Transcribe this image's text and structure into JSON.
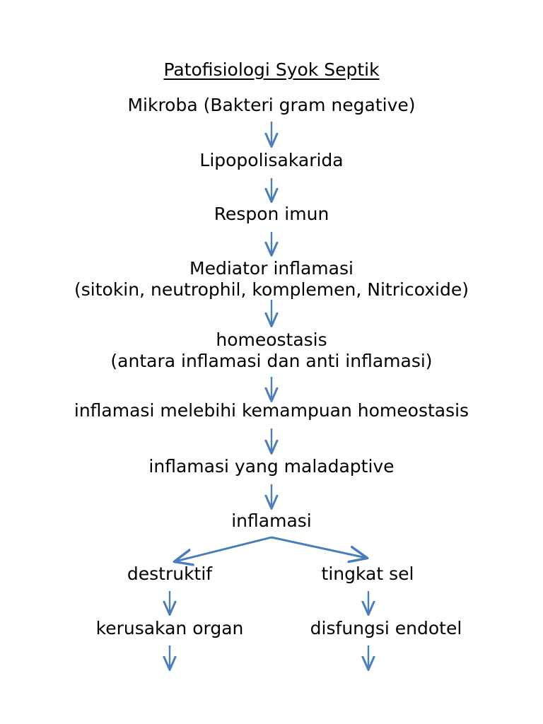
{
  "document": {
    "title": "Patofisiologi Syok Septik",
    "background_color": "#ffffff",
    "text_color": "#000000",
    "arrow_color": "#4a7ebb"
  },
  "flowchart": {
    "type": "flowchart",
    "orientation": "top-to-bottom",
    "nodes": [
      {
        "id": "mikroba",
        "label": "Mikroba (Bakteri gram negative)"
      },
      {
        "id": "lipo",
        "label": "Lipopolisakarida"
      },
      {
        "id": "respon",
        "label": "Respon imun"
      },
      {
        "id": "mediator",
        "label": "Mediator inflamasi",
        "sublabel": "(sitokin, neutrophil, komplemen, Nitricoxide)"
      },
      {
        "id": "homeostasis",
        "label": "homeostasis",
        "sublabel": "(antara inflamasi dan anti inflamasi)"
      },
      {
        "id": "melebihi",
        "label": "inflamasi melebihi kemampuan homeostasis"
      },
      {
        "id": "maladaptive",
        "label": "inflamasi yang maladaptive"
      },
      {
        "id": "inflamasi",
        "label": "inflamasi"
      },
      {
        "id": "destruktif",
        "label": "destruktif"
      },
      {
        "id": "tingkat_sel",
        "label": "tingkat sel"
      },
      {
        "id": "kerusakan_organ",
        "label": "kerusakan organ"
      },
      {
        "id": "disfungsi_endotel",
        "label": "disfungsi endotel"
      }
    ],
    "edges": [
      {
        "from": "mikroba",
        "to": "lipo"
      },
      {
        "from": "lipo",
        "to": "respon"
      },
      {
        "from": "respon",
        "to": "mediator"
      },
      {
        "from": "mediator",
        "to": "homeostasis"
      },
      {
        "from": "homeostasis",
        "to": "melebihi"
      },
      {
        "from": "melebihi",
        "to": "maladaptive"
      },
      {
        "from": "maladaptive",
        "to": "inflamasi"
      },
      {
        "from": "inflamasi",
        "to": "destruktif"
      },
      {
        "from": "inflamasi",
        "to": "tingkat_sel"
      },
      {
        "from": "destruktif",
        "to": "kerusakan_organ"
      },
      {
        "from": "tingkat_sel",
        "to": "disfungsi_endotel"
      },
      {
        "from": "kerusakan_organ",
        "to": "continues-off-page"
      },
      {
        "from": "disfungsi_endotel",
        "to": "continues-off-page"
      }
    ]
  }
}
